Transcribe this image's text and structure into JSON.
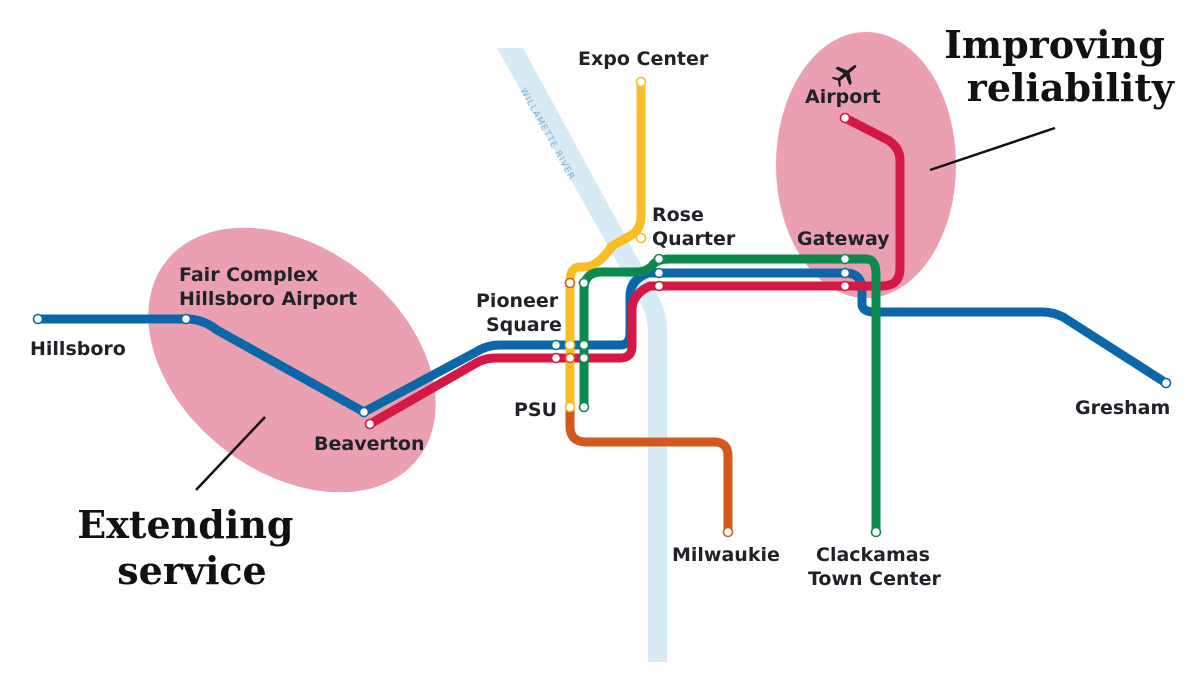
{
  "colors": {
    "background": "#ffffff",
    "river": "#d6ebf5",
    "river_label": "#7fb3d2",
    "highlight_zone": "#eba0b2",
    "blue_line": "#0a68aa",
    "red_line": "#d41843",
    "yellow_line": "#fbbd26",
    "green_line": "#0c8a4e",
    "orange_line": "#d2591c"
  },
  "river": {
    "label": "WILLAMETTE RIVER"
  },
  "stations": {
    "expo_center": "Expo Center",
    "rose_quarter": [
      "Rose",
      "Quarter"
    ],
    "airport": "Airport",
    "gateway": "Gateway",
    "fair_complex": [
      "Fair Complex",
      "Hillsboro Airport"
    ],
    "hillsboro": "Hillsboro",
    "pioneer_square": [
      "Pioneer",
      "Square"
    ],
    "psu": "PSU",
    "beaverton": "Beaverton",
    "milwaukie": "Milwaukie",
    "clackamas": [
      "Clackamas",
      "Town Center"
    ],
    "gresham": "Gresham"
  },
  "callouts": {
    "improving": [
      "Improving",
      "reliability"
    ],
    "extending": [
      "Extending",
      "service"
    ]
  },
  "icons": {
    "airport": "airplane-icon"
  }
}
